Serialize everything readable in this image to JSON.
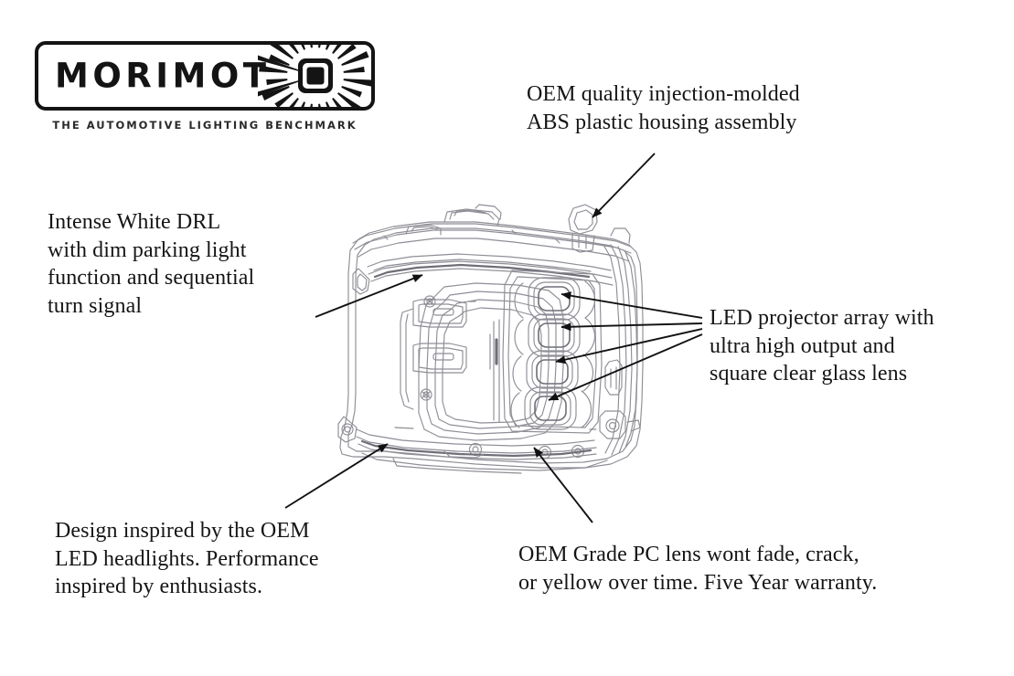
{
  "brand": {
    "logo_wordmark": "MORIMOT",
    "logo_icon": "sunburst-icon",
    "tagline": "THE AUTOMOTIVE LIGHTING BENCHMARK",
    "logo_border_color": "#141414",
    "text_color": "#151515"
  },
  "product": {
    "subject": "led-headlight-assembly-line-drawing",
    "line_color": "#8e8e96",
    "arrow_color": "#111111",
    "projector_count": 4
  },
  "callouts": [
    {
      "id": "housing",
      "text": "OEM quality injection-molded\nABS plastic housing assembly",
      "anchor": "upper-mounting-tab"
    },
    {
      "id": "drl",
      "text": "Intense White DRL\nwith dim parking light\nfunction and sequential\nturn signal",
      "anchor": "upper-drl-light-bar"
    },
    {
      "id": "projector",
      "text": "LED projector array with\nultra high output and\nsquare clear glass lens",
      "anchor": "projector-array"
    },
    {
      "id": "design",
      "text": "Design inspired by the OEM\nLED headlights. Performance\ninspired by enthusiasts.",
      "anchor": "lower-light-bar"
    },
    {
      "id": "lens",
      "text": "OEM Grade PC lens wont fade, crack,\nor yellow over time. Five Year warranty.",
      "anchor": "lower-lens-edge"
    }
  ]
}
